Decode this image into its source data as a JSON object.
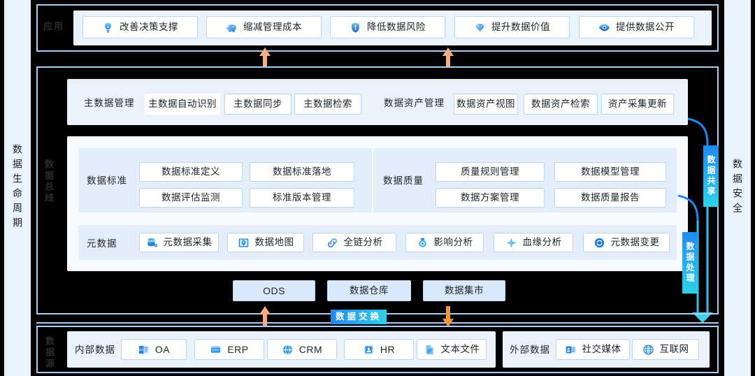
{
  "rails": {
    "left_label": "数据生命周期",
    "right_label": "数据安全"
  },
  "section_labels": {
    "application": "应用",
    "data_bus": "数据总线",
    "data_source": "数据源"
  },
  "application_layer": {
    "items": [
      {
        "label": "改善决策支撑",
        "icon": "lightbulb-icon"
      },
      {
        "label": "缩减管理成本",
        "icon": "piggy-bank-icon"
      },
      {
        "label": "降低数据风险",
        "icon": "shield-icon"
      },
      {
        "label": "提升数据价值",
        "icon": "diamond-icon"
      },
      {
        "label": "提供数据公开",
        "icon": "eye-icon"
      }
    ]
  },
  "master_data": {
    "title": "主数据管理",
    "items": [
      "主数据自动识别",
      "主数据同步",
      "主数据检索"
    ]
  },
  "data_asset": {
    "title": "数据资产管理",
    "items": [
      "数据资产视图",
      "数据资产检索",
      "资产采集更新"
    ]
  },
  "data_standard": {
    "title": "数据标准",
    "items": [
      "数据标准定义",
      "数据标准落地",
      "数据评估监测",
      "标准版本管理"
    ]
  },
  "data_quality": {
    "title": "数据质量",
    "items": [
      "质量规则管理",
      "数据模型管理",
      "数据方案管理",
      "数据质量报告"
    ]
  },
  "metadata": {
    "title": "元数据",
    "items": [
      {
        "label": "元数据采集",
        "icon": "database-icon"
      },
      {
        "label": "数据地图",
        "icon": "map-pin-icon"
      },
      {
        "label": "全链分析",
        "icon": "link-icon"
      },
      {
        "label": "影响分析",
        "icon": "target-icon"
      },
      {
        "label": "血缘分析",
        "icon": "branch-icon"
      },
      {
        "label": "元数据变更",
        "icon": "refresh-circle-icon"
      }
    ]
  },
  "storage": {
    "items": [
      "ODS",
      "数据仓库",
      "数据集市"
    ]
  },
  "exchange": {
    "label": "数据交换"
  },
  "badges": {
    "data_share": "数据共享",
    "data_process": "数据处理"
  },
  "data_source_layer": {
    "internal": {
      "title": "内部数据",
      "items": [
        {
          "label": "OA",
          "icon": "oa-book-icon"
        },
        {
          "label": "ERP",
          "icon": "erp-box-icon"
        },
        {
          "label": "CRM",
          "icon": "crm-globe-icon"
        },
        {
          "label": "HR",
          "icon": "hr-person-icon"
        },
        {
          "label": "文本文件",
          "icon": "text-file-icon"
        }
      ]
    },
    "external": {
      "title": "外部数据",
      "items": [
        {
          "label": "社交媒体",
          "icon": "social-media-icon"
        },
        {
          "label": "互联网",
          "icon": "internet-globe-icon"
        }
      ]
    }
  },
  "colors": {
    "accent_blue": "#1f8bf0",
    "accent_cyan": "#31cfe8",
    "panel_bg": "#eaf3fc",
    "rail_bg": "#e8f3fd",
    "arrow_orange": "#f5a97b",
    "border_blue": "#a9cdee"
  }
}
